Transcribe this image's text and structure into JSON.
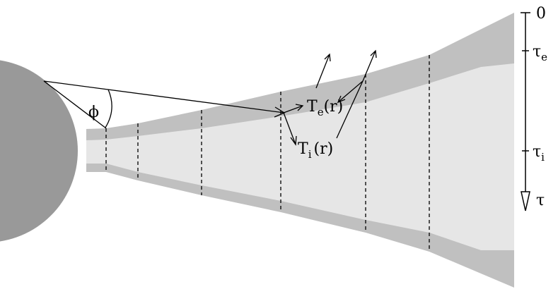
{
  "labels": {
    "phi": "ϕ",
    "te_main": "T",
    "te_sub": "e",
    "te_arg": "(r)",
    "ti_main": "T",
    "ti_sub": "i",
    "ti_arg": "(r)"
  },
  "axis": {
    "zero": "0",
    "tau_e_main": "τ",
    "tau_e_sub": "e",
    "tau_i_main": "τ",
    "tau_i_sub": "i",
    "tau": "τ"
  },
  "colors": {
    "star": "#999999",
    "outer_layer": "#c0c0c0",
    "inner_region": "#e6e6e6",
    "ink": "#000000"
  }
}
